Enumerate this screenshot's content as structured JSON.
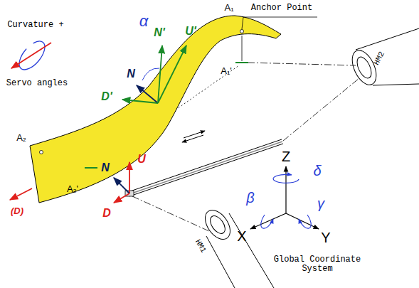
{
  "diagram": {
    "labels": [
      "Curvature +",
      "Servo angles",
      "α",
      "N'",
      "U'",
      "A₁",
      "Anchor Point",
      "A₁'",
      "N",
      "D'",
      "A₂",
      "(D)",
      "N",
      "U",
      "A₂'",
      "D",
      "Z",
      "δ",
      "β",
      "γ",
      "X",
      "Y",
      "HM2",
      "HM1",
      "Global Coordinate System"
    ]
  }
}
